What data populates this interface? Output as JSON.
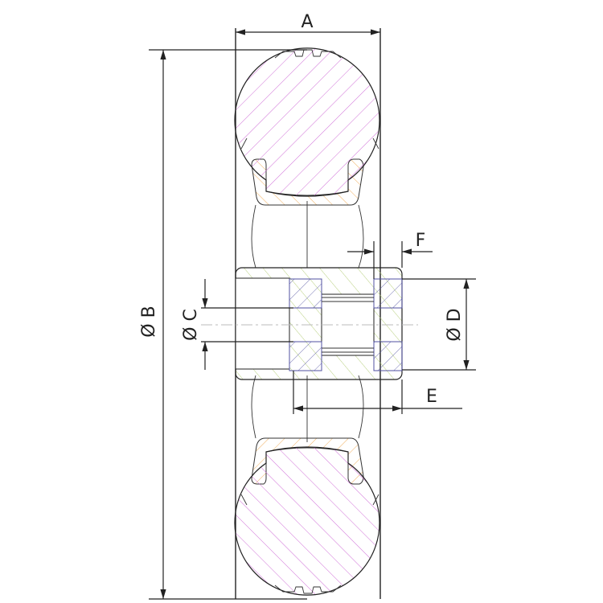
{
  "drawing": {
    "labels": {
      "a": "A",
      "b": "Ø B",
      "c": "Ø C",
      "d": "Ø D",
      "e": "E",
      "f": "F"
    },
    "colors": {
      "tire_hatch": "#d070d8",
      "rim_hatch": "#f0b060",
      "hub_hatch": "#b8d080",
      "bearing_hatch": "#5050a0",
      "outline": "#222222"
    }
  }
}
